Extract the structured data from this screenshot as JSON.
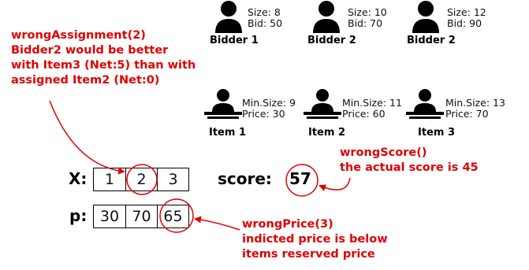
{
  "annotations": {
    "wrong_assignment": [
      "wrongAssignment(2)",
      "Bidder2 would be better",
      "with Item3 (Net:5) than with",
      "assigned Item2 (Net:0)"
    ],
    "wrong_score": [
      "wrongScore()",
      "the actual score is 45"
    ],
    "wrong_price": [
      "wrongPrice(3)",
      "indicted price is below",
      "items reserved price"
    ]
  },
  "bidders": [
    {
      "name": "Bidder 1",
      "size": "Size: 8",
      "bid": "Bid: 50"
    },
    {
      "name": "Bidder 2",
      "size": "Size: 10",
      "bid": "Bid: 70"
    },
    {
      "name": "Bidder 2",
      "size": "Size: 12",
      "bid": "Bid: 90"
    }
  ],
  "items": [
    {
      "name": "Item 1",
      "min_size": "Min.Size: 9",
      "price": "Price: 30"
    },
    {
      "name": "Item 2",
      "min_size": "Min.Size: 11",
      "price": "Price: 60"
    },
    {
      "name": "Item 3",
      "min_size": "Min.Size: 13",
      "price": "Price: 70"
    }
  ],
  "assignment": {
    "label": "X:",
    "values": [
      "1",
      "2",
      "3"
    ]
  },
  "prices": {
    "label": "p:",
    "values": [
      "30",
      "70",
      "65"
    ]
  },
  "score": {
    "label": "score:",
    "value": "57"
  },
  "colors": {
    "error": "#e00000",
    "icon": "#000000"
  }
}
